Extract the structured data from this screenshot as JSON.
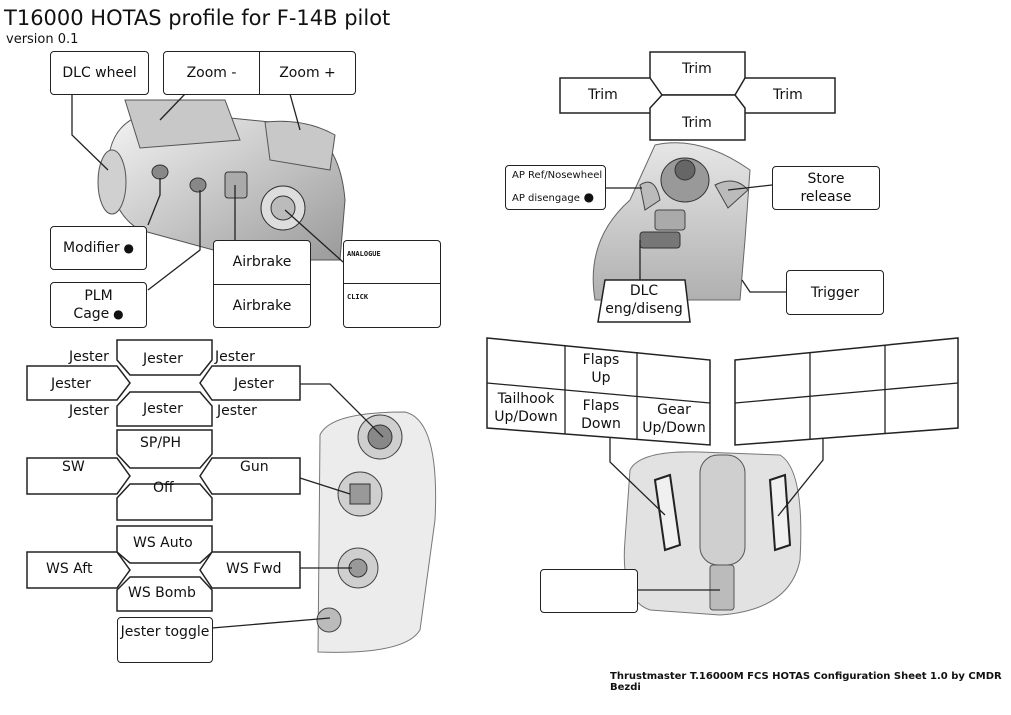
{
  "title": "T16000 HOTAS profile for F-14B pilot",
  "version": "version 0.1",
  "footer": "Thrustmaster T.16000M FCS HOTAS Configuration Sheet 1.0 by CMDR Bezdi",
  "throttle": {
    "dlc_wheel": "DLC wheel",
    "zoom_minus": "Zoom -",
    "zoom_plus": "Zoom +",
    "modifier": "Modifier",
    "plm_cage_1": "PLM",
    "plm_cage_2": "Cage",
    "airbrake_1": "Airbrake",
    "airbrake_2": "Airbrake",
    "analogue": "ANALOGUE",
    "click": "CLICK"
  },
  "hat_jester": {
    "up": "Jester",
    "down": "Jester",
    "left": "Jester",
    "right": "Jester",
    "up_left": "Jester",
    "up_right": "Jester",
    "down_left": "Jester",
    "down_right": "Jester"
  },
  "hat_gun": {
    "up": "SP/PH",
    "down": "Off",
    "left": "SW",
    "right": "Gun"
  },
  "hat_ws": {
    "up": "WS Auto",
    "down": "WS Bomb",
    "left": "WS Aft",
    "right": "WS Fwd"
  },
  "jester_toggle": "Jester toggle",
  "stick": {
    "trim_up": "Trim",
    "trim_left": "Trim",
    "trim_right": "Trim",
    "trim_down": "Trim",
    "ap_ref": "AP Ref/Nosewheel",
    "ap_disengage": "AP disengage",
    "store_release_1": "Store",
    "store_release_2": "release",
    "dlc_1": "DLC",
    "dlc_2": "eng/diseng",
    "trigger": "Trigger"
  },
  "base_left_grid": {
    "flaps_up_1": "Flaps",
    "flaps_up_2": "Up",
    "tailhook_1": "Tailhook",
    "tailhook_2": "Up/Down",
    "flaps_down_1": "Flaps",
    "flaps_down_2": "Down",
    "gear_1": "Gear",
    "gear_2": "Up/Down"
  }
}
